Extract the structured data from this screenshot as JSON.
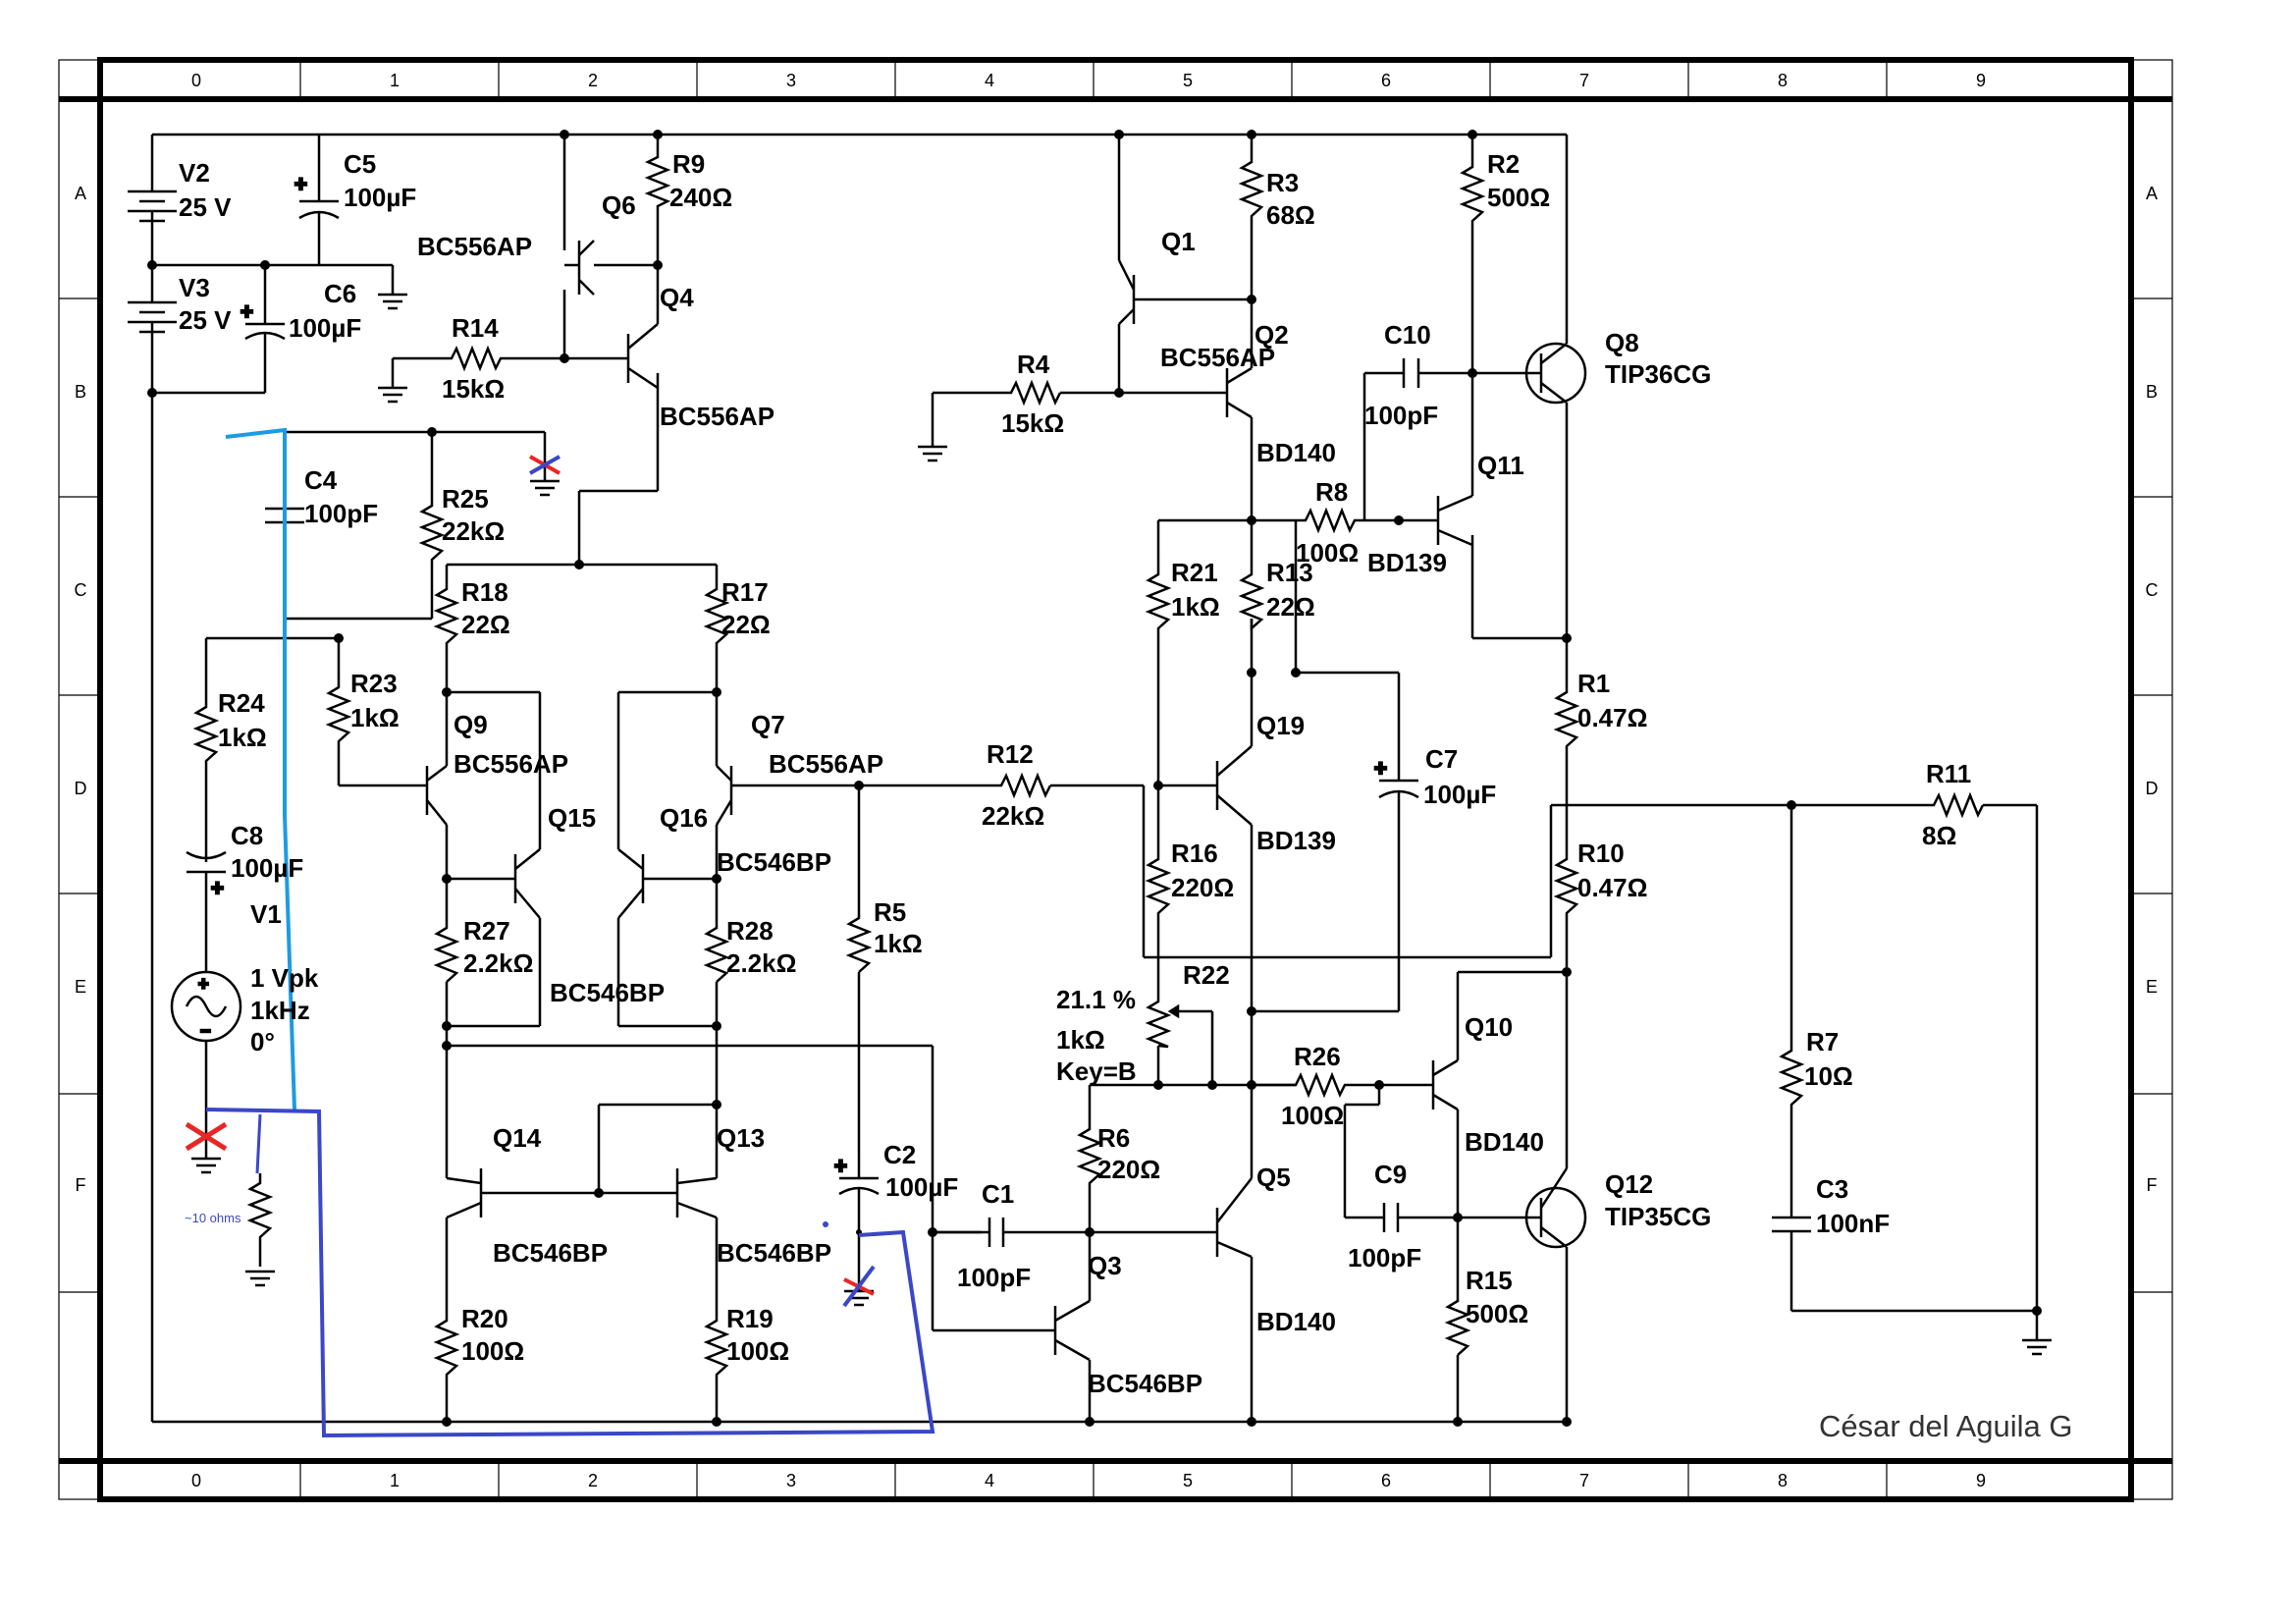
{
  "author": "César del Aguila G",
  "colors": {
    "ink": "#000000",
    "light_blue": "#1e9be0",
    "dark_blue": "#3a47c8",
    "red_x": "#e82626",
    "blue_x": "#3a47c8"
  },
  "ruler": {
    "cols": [
      "0",
      "1",
      "2",
      "3",
      "4",
      "5",
      "6",
      "7",
      "8",
      "9"
    ],
    "rows": [
      "A",
      "B",
      "C",
      "D",
      "E",
      "F"
    ]
  },
  "components": {
    "v2": {
      "name": "V2",
      "value": "25 V"
    },
    "v3": {
      "name": "V3",
      "value": "25 V"
    },
    "c5": {
      "name": "C5",
      "value": "100µF"
    },
    "c6": {
      "name": "C6",
      "value": "100µF"
    },
    "r9": {
      "name": "R9",
      "value": "240Ω"
    },
    "q6": {
      "name": "Q6",
      "part": "BC556AP"
    },
    "q4": {
      "name": "Q4",
      "part": "BC556AP"
    },
    "r14": {
      "name": "R14",
      "value": "15kΩ"
    },
    "r3": {
      "name": "R3",
      "value": "68Ω"
    },
    "q1": {
      "name": "Q1"
    },
    "q2": {
      "name": "Q2",
      "part": "BC556AP"
    },
    "r4": {
      "name": "R4",
      "value": "15kΩ"
    },
    "r2": {
      "name": "R2",
      "value": "500Ω"
    },
    "c10": {
      "name": "C10",
      "value": "100pF"
    },
    "q8": {
      "name": "Q8",
      "part": "TIP36CG"
    },
    "bd140_a": "BD140",
    "q11": {
      "name": "Q11",
      "part": "BD139"
    },
    "r8": {
      "name": "R8",
      "value": "100Ω"
    },
    "c4": {
      "name": "C4",
      "value": "100pF"
    },
    "r25": {
      "name": "R25",
      "value": "22kΩ"
    },
    "r18": {
      "name": "R18",
      "value": "22Ω"
    },
    "r17": {
      "name": "R17",
      "value": "22Ω"
    },
    "r21": {
      "name": "R21",
      "value": "1kΩ"
    },
    "r13": {
      "name": "R13",
      "value": "22Ω"
    },
    "r24": {
      "name": "R24",
      "value": "1kΩ"
    },
    "r23": {
      "name": "R23",
      "value": "1kΩ"
    },
    "q9": {
      "name": "Q9",
      "part": "BC556AP"
    },
    "q7": {
      "name": "Q7",
      "part": "BC556AP"
    },
    "r12": {
      "name": "R12",
      "value": "22kΩ"
    },
    "q19": {
      "name": "Q19",
      "part": "BD139"
    },
    "c7": {
      "name": "C7",
      "value": "100µF"
    },
    "r1": {
      "name": "R1",
      "value": "0.47Ω"
    },
    "r11": {
      "name": "R11",
      "value": "8Ω"
    },
    "c8": {
      "name": "C8",
      "value": "100µF"
    },
    "q15": {
      "name": "Q15",
      "part": "BC546BP"
    },
    "q16": {
      "name": "Q16",
      "part": "BC546BP"
    },
    "r16": {
      "name": "R16",
      "value": "220Ω"
    },
    "r10": {
      "name": "R10",
      "value": "0.47Ω"
    },
    "v1": {
      "name": "V1",
      "amp": "1 Vpk",
      "freq": "1kHz",
      "phase": "0°"
    },
    "r27": {
      "name": "R27",
      "value": "2.2kΩ"
    },
    "r28": {
      "name": "R28",
      "value": "2.2kΩ"
    },
    "r5": {
      "name": "R5",
      "value": "1kΩ"
    },
    "r22": {
      "name": "R22",
      "percent": "21.1 %",
      "value": "1kΩ",
      "key": "Key=B"
    },
    "r26": {
      "name": "R26",
      "value": "100Ω"
    },
    "q10": {
      "name": "Q10",
      "part": "BD140"
    },
    "r7": {
      "name": "R7",
      "value": "10Ω"
    },
    "r6": {
      "name": "R6",
      "value": "220Ω"
    },
    "q14": {
      "name": "Q14",
      "part": "BC546BP"
    },
    "q13": {
      "name": "Q13",
      "part": "BC546BP"
    },
    "c2": {
      "name": "C2",
      "value": "100µF"
    },
    "c1": {
      "name": "C1",
      "value": "100pF"
    },
    "q5": {
      "name": "Q5",
      "part": "BD140"
    },
    "c9": {
      "name": "C9",
      "value": "100pF"
    },
    "q12": {
      "name": "Q12",
      "part": "TIP35CG"
    },
    "c3": {
      "name": "C3",
      "value": "100nF"
    },
    "q3": {
      "name": "Q3",
      "part": "BC546BP"
    },
    "r15": {
      "name": "R15",
      "value": "500Ω"
    },
    "r20": {
      "name": "R20",
      "value": "100Ω"
    },
    "r19": {
      "name": "R19",
      "value": "100Ω"
    }
  },
  "annotations": {
    "ten_ohms": "~10 ohms"
  }
}
